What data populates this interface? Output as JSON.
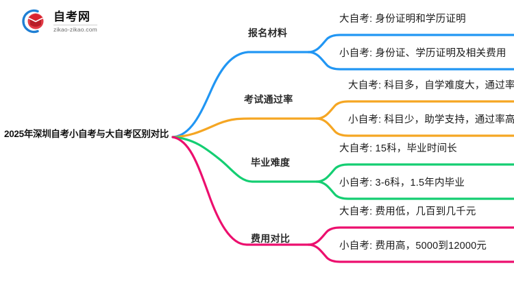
{
  "logo": {
    "title": "自考网",
    "subtitle": "zikao-zikao.com",
    "mark_icon": "graduation-cap-in-circle-icon",
    "arc_color": "#1f7fd4",
    "cap_color": "#d9232e"
  },
  "mindmap": {
    "root": {
      "label": "2025年深圳自考小自考与大自考区别对比"
    },
    "branches": [
      {
        "label": "报名材料",
        "color": "#2196f3",
        "children": [
          {
            "label": "大自考: 身份证明和学历证明"
          },
          {
            "label": "小自考: 身份证、学历证明及相关费用"
          }
        ]
      },
      {
        "label": "考试通过率",
        "color": "#f5a623",
        "children": [
          {
            "label": "大自考: 科目多，自学难度大，通过率低"
          },
          {
            "label": "小自考: 科目少，助学支持，通过率高"
          }
        ]
      },
      {
        "label": "毕业难度",
        "color": "#14ce72",
        "children": [
          {
            "label": "大自考: 15科，毕业时间长"
          },
          {
            "label": "小自考: 3-6科，1.5年内毕业"
          }
        ]
      },
      {
        "label": "费用对比",
        "color": "#ec0f6e",
        "children": [
          {
            "label": "大自考: 费用低，几百到几千元"
          },
          {
            "label": "小自考: 费用高，5000到12000元"
          }
        ]
      }
    ]
  }
}
